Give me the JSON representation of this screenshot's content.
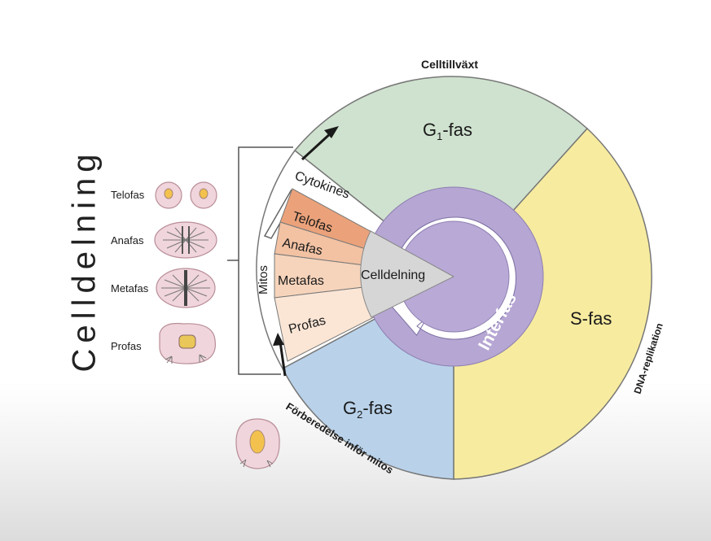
{
  "title": "Celldelning",
  "phases": {
    "g1": {
      "label": "G",
      "sub": "1",
      "suffix": "-fas",
      "color": "#cfe2cf"
    },
    "s": {
      "label": "S-fas",
      "color": "#f7eb9f"
    },
    "g2": {
      "label": "G",
      "sub": "2",
      "suffix": "-fas",
      "color": "#b9d2ea"
    }
  },
  "interphase": {
    "label": "Interfas",
    "ring_color": "#b6a6d3",
    "inner_color": "#b9a9d6"
  },
  "celldivision": {
    "label": "Celldelning",
    "color": "#d6d6d6"
  },
  "mitosis_label": "Mitos",
  "cytokinesis_label": "Cytokines",
  "mitosis_stages": [
    {
      "label": "Telofas",
      "color": "#eba27a"
    },
    {
      "label": "Anafas",
      "color": "#f2c2a3"
    },
    {
      "label": "Metafas",
      "color": "#f6d4bb"
    },
    {
      "label": "Profas",
      "color": "#fbe6d6"
    }
  ],
  "outer_labels": {
    "g1_note": "Celltillväxt",
    "s_note": "DNA-replikation",
    "g2_note": "Förberedelse inför mitos"
  },
  "cell_stage_labels": [
    "Telofas",
    "Anafas",
    "Metafas",
    "Profas"
  ],
  "cell_color": "#f0d5dc",
  "cell_border": "#b98e98"
}
